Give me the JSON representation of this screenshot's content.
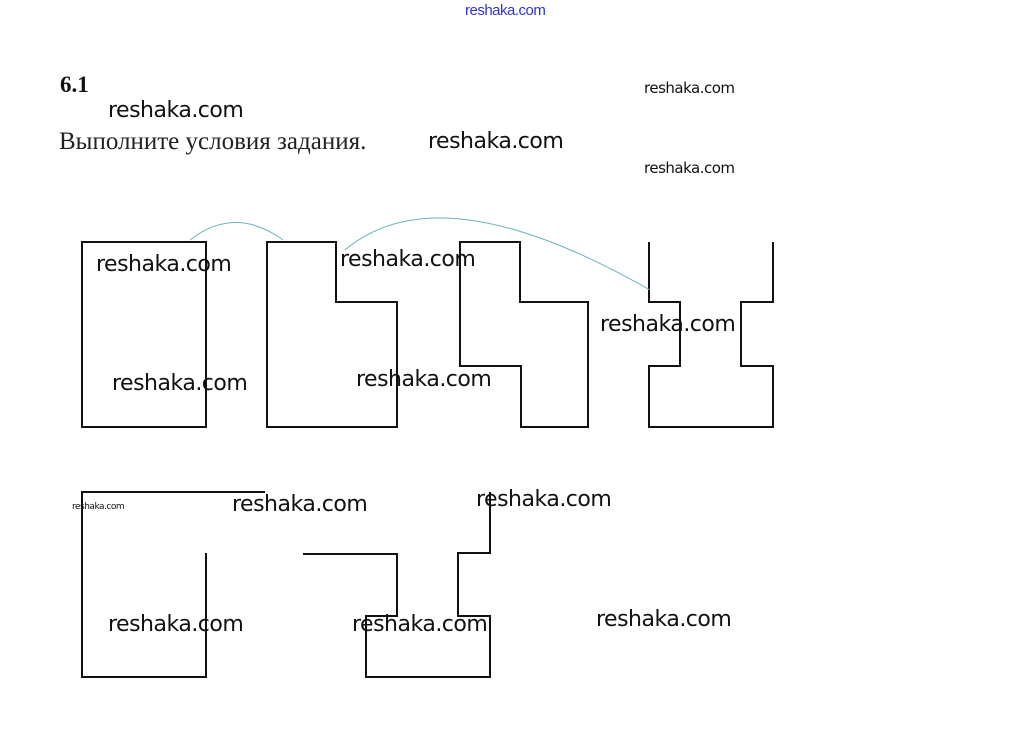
{
  "header": {
    "site_link": "reshaka.com"
  },
  "exercise": {
    "number": "6.1",
    "instruction": "Выполните условия задания."
  },
  "watermarks": [
    "reshaka.com",
    "reshaka.com",
    "reshaka.com",
    "reshaka.com",
    "reshaka.com",
    "reshaka.com",
    "reshaka.com",
    "reshaka.com",
    "reshaka.com",
    "reshaka.com",
    "reshaka.com",
    "reshaka.com",
    "reshaka.com",
    "reshaka.com",
    "reshaka.com"
  ],
  "colors": {
    "link": "#3333cc",
    "curve": "#6fb3bf",
    "line": "#111111"
  }
}
